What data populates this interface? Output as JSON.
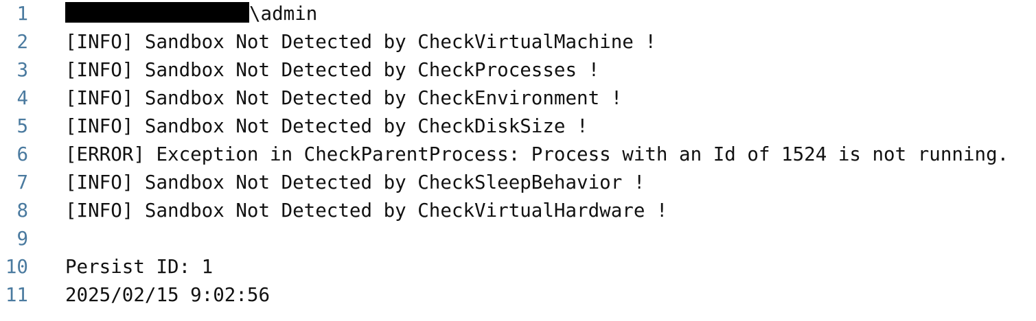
{
  "editor": {
    "colors": {
      "background": "#ffffff",
      "text_color": "#111111",
      "line_number_color": "#4a7a9f",
      "redaction_color": "#000000"
    },
    "lines": [
      {
        "number": "1",
        "redacted_prefix": true,
        "text": "\\admin"
      },
      {
        "number": "2",
        "text": "[INFO] Sandbox Not Detected by CheckVirtualMachine !"
      },
      {
        "number": "3",
        "text": "[INFO] Sandbox Not Detected by CheckProcesses !"
      },
      {
        "number": "4",
        "text": "[INFO] Sandbox Not Detected by CheckEnvironment !"
      },
      {
        "number": "5",
        "text": "[INFO] Sandbox Not Detected by CheckDiskSize !"
      },
      {
        "number": "6",
        "text": "[ERROR] Exception in CheckParentProcess: Process with an Id of 1524 is not running."
      },
      {
        "number": "7",
        "text": "[INFO] Sandbox Not Detected by CheckSleepBehavior !"
      },
      {
        "number": "8",
        "text": "[INFO] Sandbox Not Detected by CheckVirtualHardware !"
      },
      {
        "number": "9",
        "text": ""
      },
      {
        "number": "10",
        "text": "Persist ID: 1"
      },
      {
        "number": "11",
        "text": "2025/02/15 9:02:56"
      }
    ]
  }
}
